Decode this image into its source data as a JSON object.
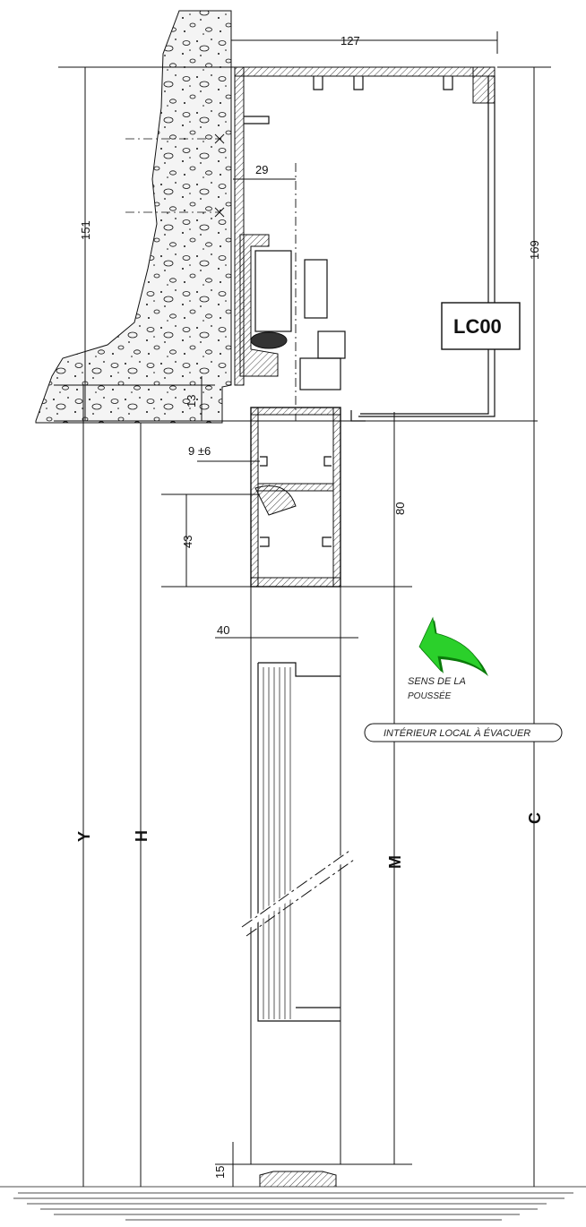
{
  "model_label": "LC00",
  "dimensions": {
    "top_width": "127",
    "left_height": "151",
    "right_height": "169",
    "offset": "29",
    "gap_13": "13",
    "tolerance": "9 ±6",
    "leaf_height": "80",
    "inner_43": "43",
    "leaf_width": "40",
    "bottom_gap": "15"
  },
  "axes": {
    "Y": "Y",
    "H": "H",
    "M": "M",
    "C": "C"
  },
  "annotations": {
    "push_line1": "SENS DE LA",
    "push_line2": "POUSSÉE",
    "interior": "INTÉRIEUR LOCAL À ÉVACUER"
  },
  "colors": {
    "arrow_green": "#2bd02b",
    "arrow_dark": "#0a7a0a",
    "line": "#111111"
  }
}
